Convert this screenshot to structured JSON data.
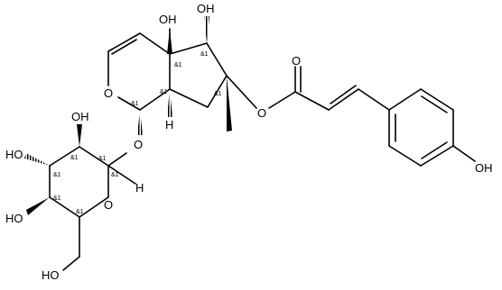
{
  "molecule": {
    "atom_labels": {
      "oh_ring_top": "OH",
      "oh_cyclopentane": "OH",
      "o_pyran": "O",
      "o_ester_carbonyl": "O",
      "o_ester": "O",
      "o_glycosidic": "O",
      "oh_sugar_c2": "OH",
      "ho_sugar_c3": "HO",
      "ho_sugar_c4": "HO",
      "o_sugar_ring": "O",
      "h_anomeric": "H",
      "h_ring_fusion": "H",
      "ho_ch2oh": "HO",
      "oh_phenol": "OH"
    },
    "stereo_marks": {
      "s1": "&1",
      "s2": "&1",
      "s3": "&1",
      "s4": "&1",
      "s5": "&1",
      "s6": "&1",
      "s7": "&1",
      "s8": "&1",
      "s9": "&1",
      "s10": "&1",
      "s11": "&1"
    }
  }
}
